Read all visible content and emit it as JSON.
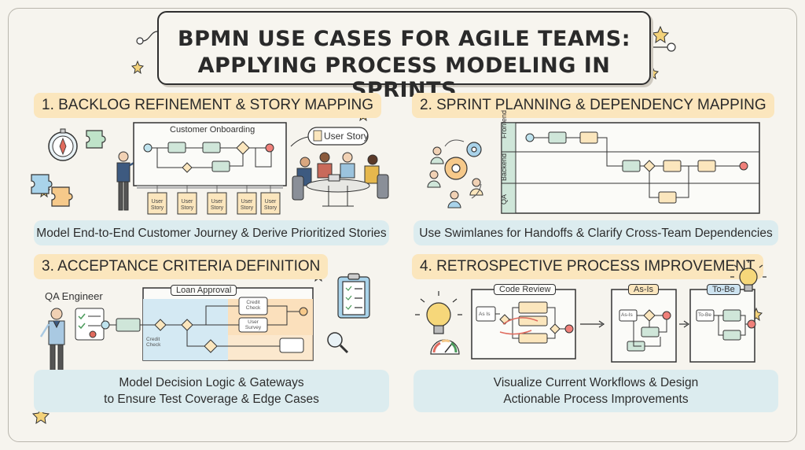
{
  "header": {
    "title_line1": "BPMN USE CASES FOR AGILE TEAMS:",
    "title_line2": "APPLYING PROCESS MODELING IN SPRINTS"
  },
  "sections": [
    {
      "heading": "1. BACKLOG REFINEMENT & STORY MAPPING",
      "diagram_title": "Customer Onboarding",
      "user_story_tag": "User Story",
      "story_cards": [
        "User Story",
        "User Story",
        "User Story",
        "User Story",
        "User Story"
      ],
      "caption_lines": [
        "Model End-to-End Customer Journey & Derive Prioritized Stories"
      ]
    },
    {
      "heading": "2. SPRINT PLANNING & DEPENDENCY MAPPING",
      "lanes": [
        "Frontend",
        "Backend",
        "QA"
      ],
      "caption_lines": [
        "Use Swimlanes for Handoffs & Clarify Cross-Team Dependencies"
      ]
    },
    {
      "heading": "3. ACCEPTANCE CRITERIA DEFINITION",
      "role": "QA Engineer",
      "diagram_title": "Loan Approval",
      "task_credit_check_left": "Credit Check",
      "task_credit_check": "Credit Check",
      "task_user_survey": "User Survey",
      "caption_lines": [
        "Model Decision Logic & Gateways",
        "to Ensure Test Coverage & Edge Cases"
      ]
    },
    {
      "heading": "4. RETROSPECTIVE PROCESS IMPROVEMENT",
      "diagram_labels": [
        "Code Review",
        "As-Is",
        "To-Be"
      ],
      "small_as_is": "As Is",
      "small_as_is_2": "As-Is",
      "small_to_be": "To-Be",
      "caption_lines": [
        "Visualize Current Workflows & Design",
        "Actionable Process Improvements"
      ]
    }
  ],
  "colors": {
    "background": "#f6f4ee",
    "heading_highlight": "#fbe6bd",
    "caption_bg": "#dcecef",
    "task_green": "#cfe6d9",
    "task_yellow": "#fbe6bd",
    "start_event": "#bfe3ee",
    "end_event": "#f0807a",
    "panel_blue": "#d4e9f3",
    "panel_orange": "#fbe0bc"
  },
  "icons": [
    "compass-icon",
    "puzzle-icon",
    "gear-icon",
    "people-icon",
    "lightbulb-icon",
    "clipboard-icon",
    "magnifier-icon",
    "gauge-icon",
    "star-icon"
  ]
}
